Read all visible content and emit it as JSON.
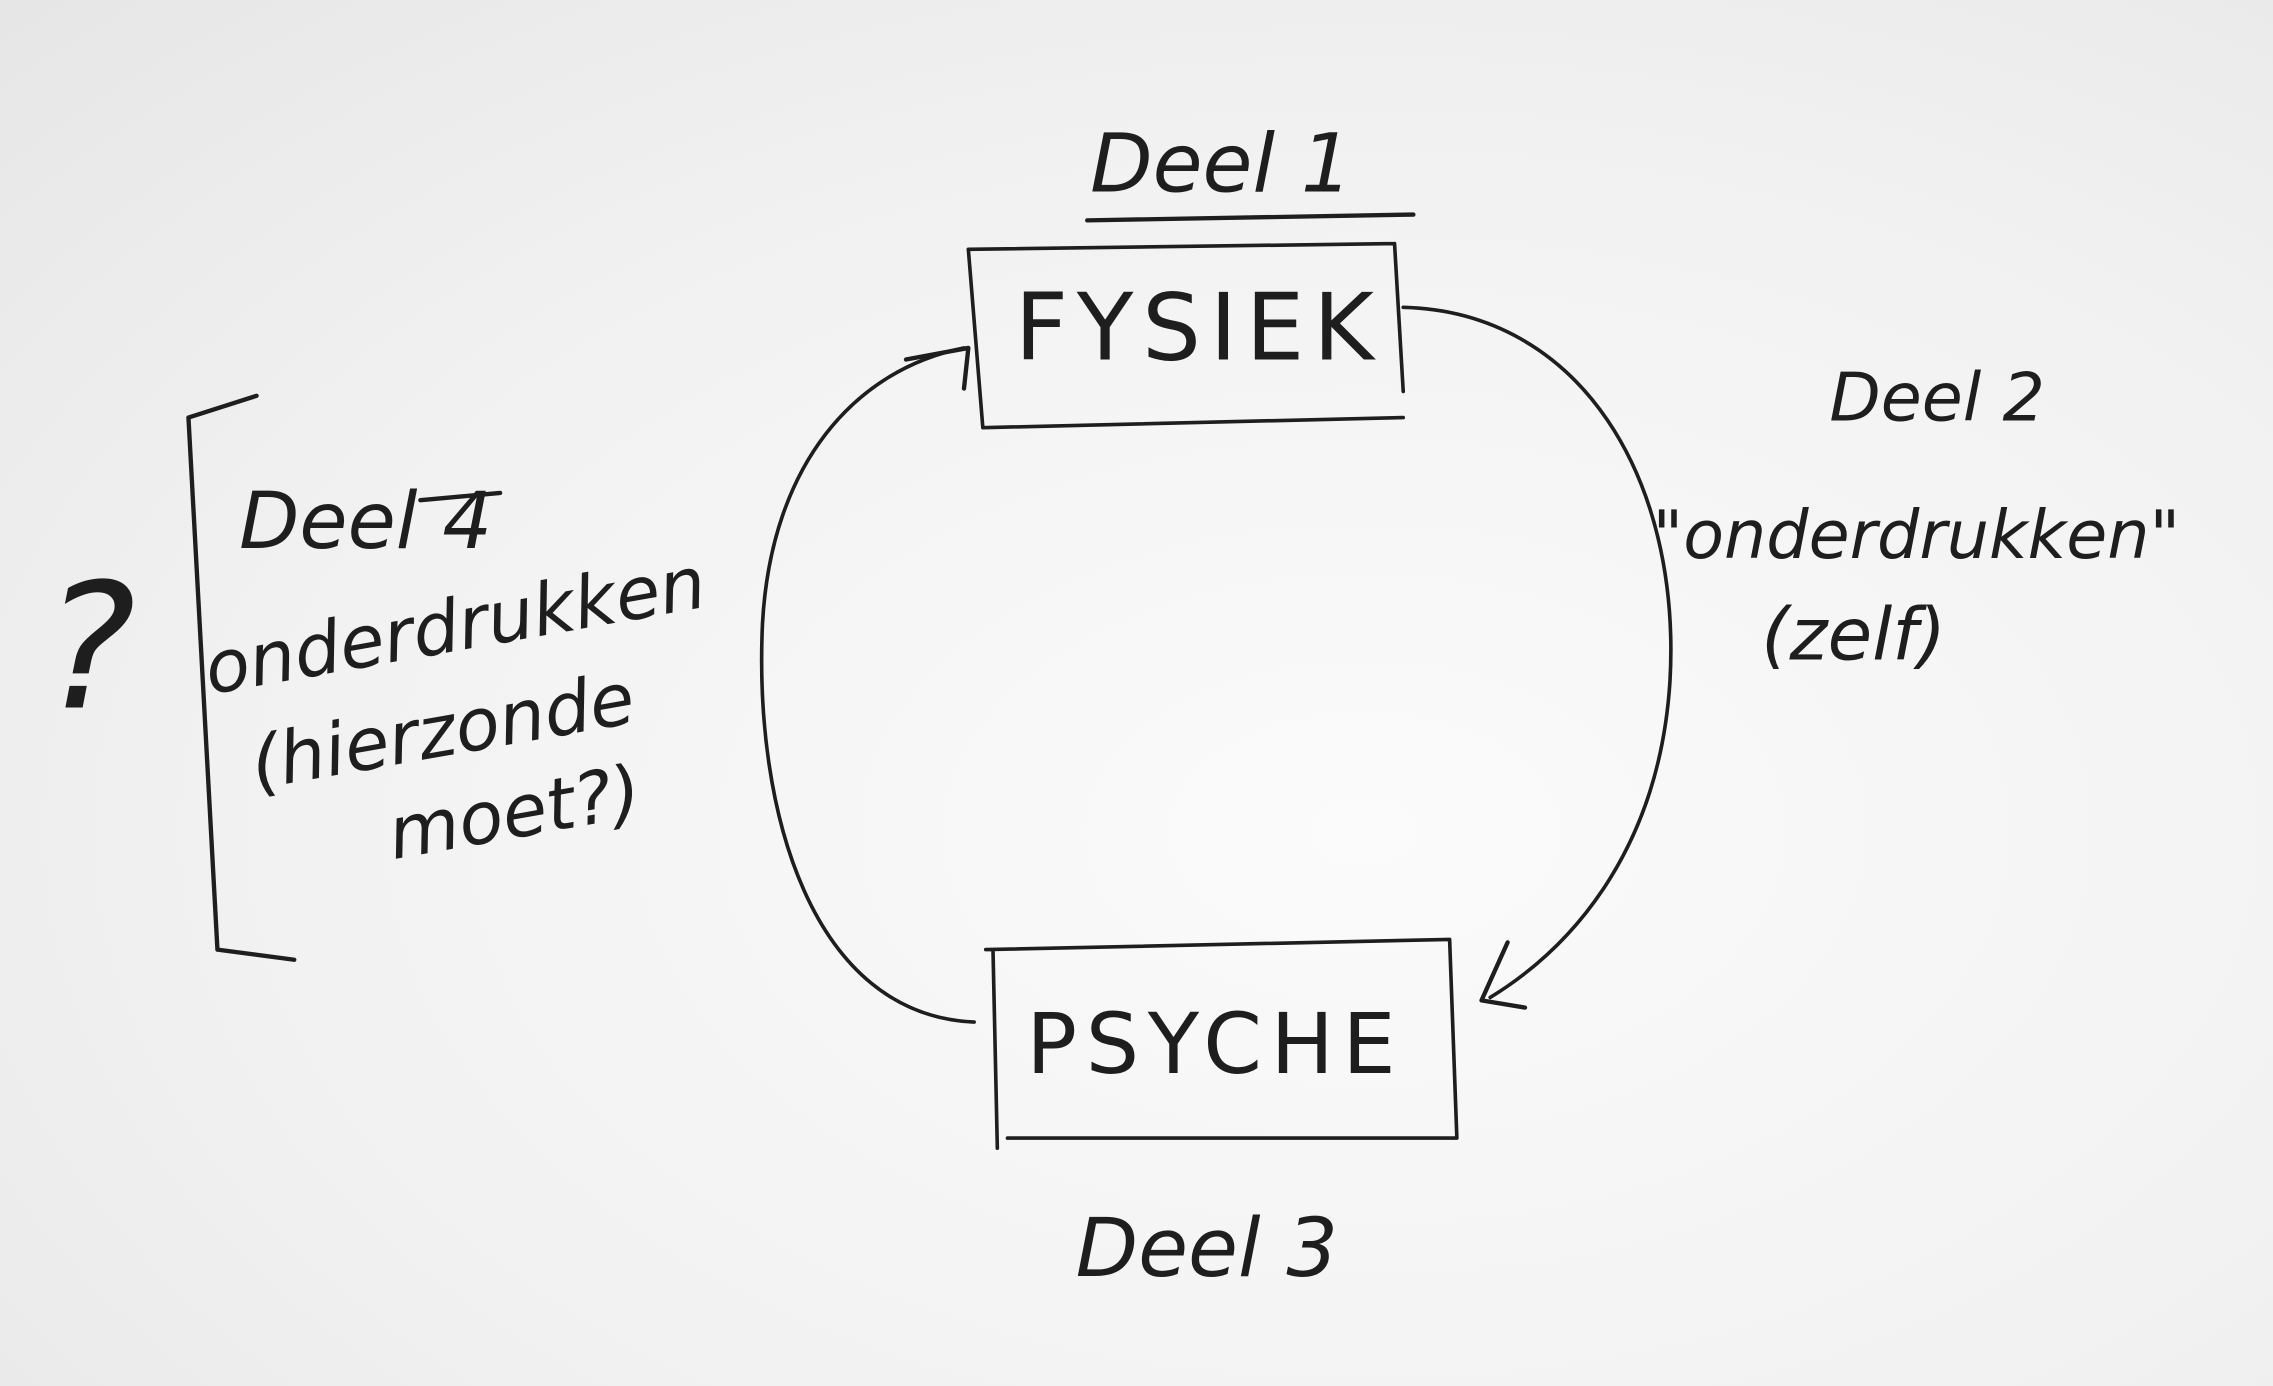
{
  "diagram": {
    "top": {
      "heading": "Deel 1",
      "box_label": "FYSIEK"
    },
    "right": {
      "heading": "Deel 2",
      "line1": "\"onderdrukken\"",
      "line2": "(zelf)"
    },
    "bottom": {
      "heading": "Deel 3",
      "box_label": "PSYCHE"
    },
    "left": {
      "question_mark": "?",
      "heading": "Deel 4",
      "line1": "onderdrukken",
      "line2": "(hierzonde",
      "line3": "moet?)"
    },
    "ink_color": "#1e1e1e"
  }
}
